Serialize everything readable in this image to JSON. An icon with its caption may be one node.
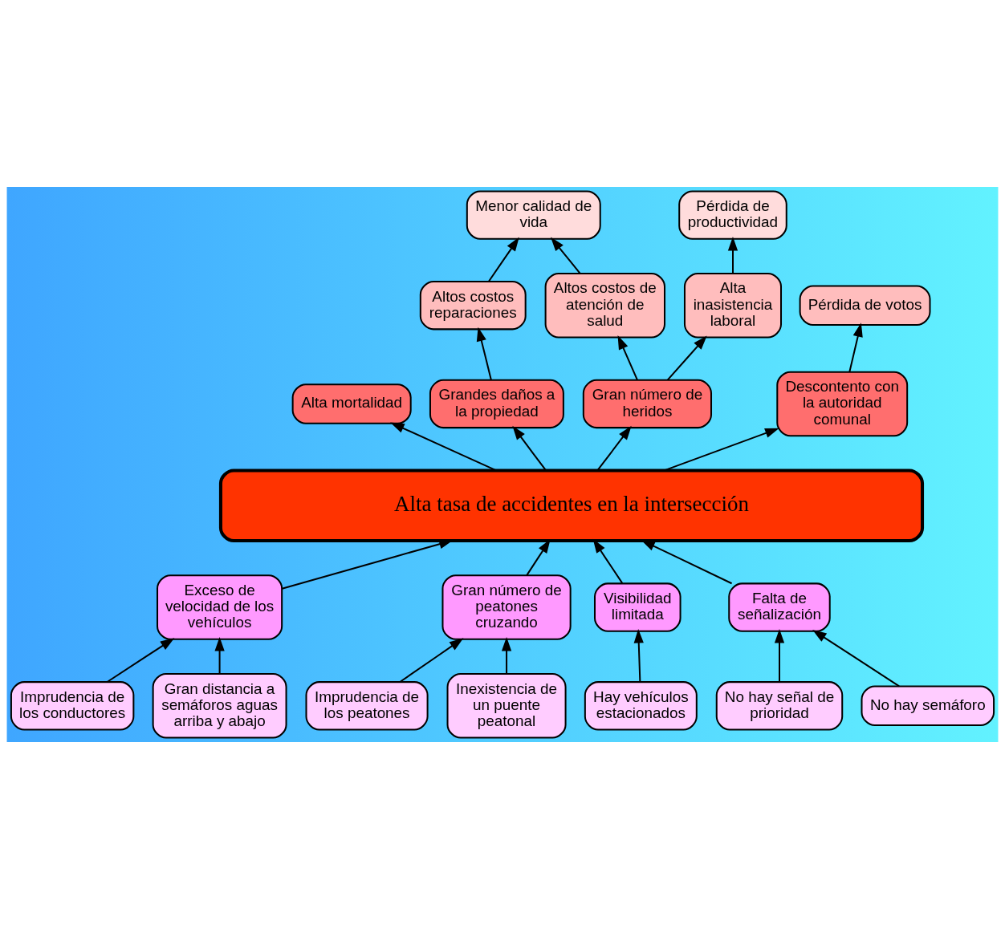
{
  "diagram": {
    "nodes": [
      {
        "text": [
          "Menor calidad de vida"
        ]
      },
      {
        "text": [
          "Pérdida de productividad"
        ]
      },
      {
        "text": [
          "Altos costos de atención de salud"
        ]
      },
      {
        "text": [
          "Alta inasistencia laboral"
        ]
      },
      {
        "text": [
          "Altos costos reparaciones"
        ]
      },
      {
        "text": [
          "Pérdida de votos"
        ]
      },
      {
        "text": [
          "Alta mortalidad"
        ]
      },
      {
        "text": [
          "Gran número de heridos"
        ]
      },
      {
        "text": [
          "Grandes daños a la propiedad"
        ]
      },
      {
        "text": [
          "Descontento con la autoridad comunal"
        ]
      },
      {
        "text": [
          "Alta tasa de accidentes en la intersección"
        ]
      },
      {
        "text": [
          "Exceso de velocidad de los vehículos"
        ]
      },
      {
        "text": [
          "Gran número de peatones cruzando"
        ]
      },
      {
        "text": [
          "Visibilidad limitada"
        ]
      },
      {
        "text": [
          "Falta de señalización"
        ]
      },
      {
        "text": [
          "Gran distancia a semáforos aguas arriba y abajo"
        ]
      },
      {
        "text": [
          "Inexistencia de un puente peatonal"
        ]
      },
      {
        "text": [
          "Hay vehículos estacionados"
        ]
      },
      {
        "text": [
          "No hay semáforo"
        ]
      },
      {
        "text": [
          "Imprudencia de los conductores"
        ]
      },
      {
        "text": [
          "Imprudencia de los peatones"
        ]
      },
      {
        "text": [
          "No hay señal de prioridad"
        ]
      }
    ],
    "edges": [
      {
        "from": 2,
        "to": 0,
        "arrow": "to"
      },
      {
        "from": 3,
        "to": 1,
        "arrow": "to"
      },
      {
        "from": 4,
        "to": 0,
        "arrow": "to"
      },
      {
        "from": 7,
        "to": 2,
        "arrow": "to"
      },
      {
        "from": 7,
        "to": 3,
        "arrow": "to"
      },
      {
        "from": 8,
        "to": 4,
        "arrow": "to"
      },
      {
        "from": 9,
        "to": 5,
        "arrow": "to"
      },
      {
        "from": 10,
        "to": 6,
        "arrow": "to"
      },
      {
        "from": 10,
        "to": 7,
        "arrow": "to"
      },
      {
        "from": 10,
        "to": 8,
        "arrow": "to"
      },
      {
        "from": 10,
        "to": 9,
        "arrow": "to"
      },
      {
        "from": 11,
        "to": 10,
        "arrow": "to"
      },
      {
        "from": 12,
        "to": 10,
        "arrow": "to"
      },
      {
        "from": 13,
        "to": 10,
        "arrow": "to"
      },
      {
        "from": 14,
        "to": 10,
        "arrow": "to"
      },
      {
        "from": 15,
        "to": 11,
        "arrow": "to"
      },
      {
        "from": 19,
        "to": 11,
        "arrow": "to"
      },
      {
        "from": 16,
        "to": 12,
        "arrow": "to"
      },
      {
        "from": 20,
        "to": 12,
        "arrow": "to"
      },
      {
        "from": 17,
        "to": 13,
        "arrow": "to"
      },
      {
        "from": 21,
        "to": 14,
        "arrow": "to"
      },
      {
        "from": 18,
        "to": 14,
        "arrow": "to"
      }
    ]
  }
}
